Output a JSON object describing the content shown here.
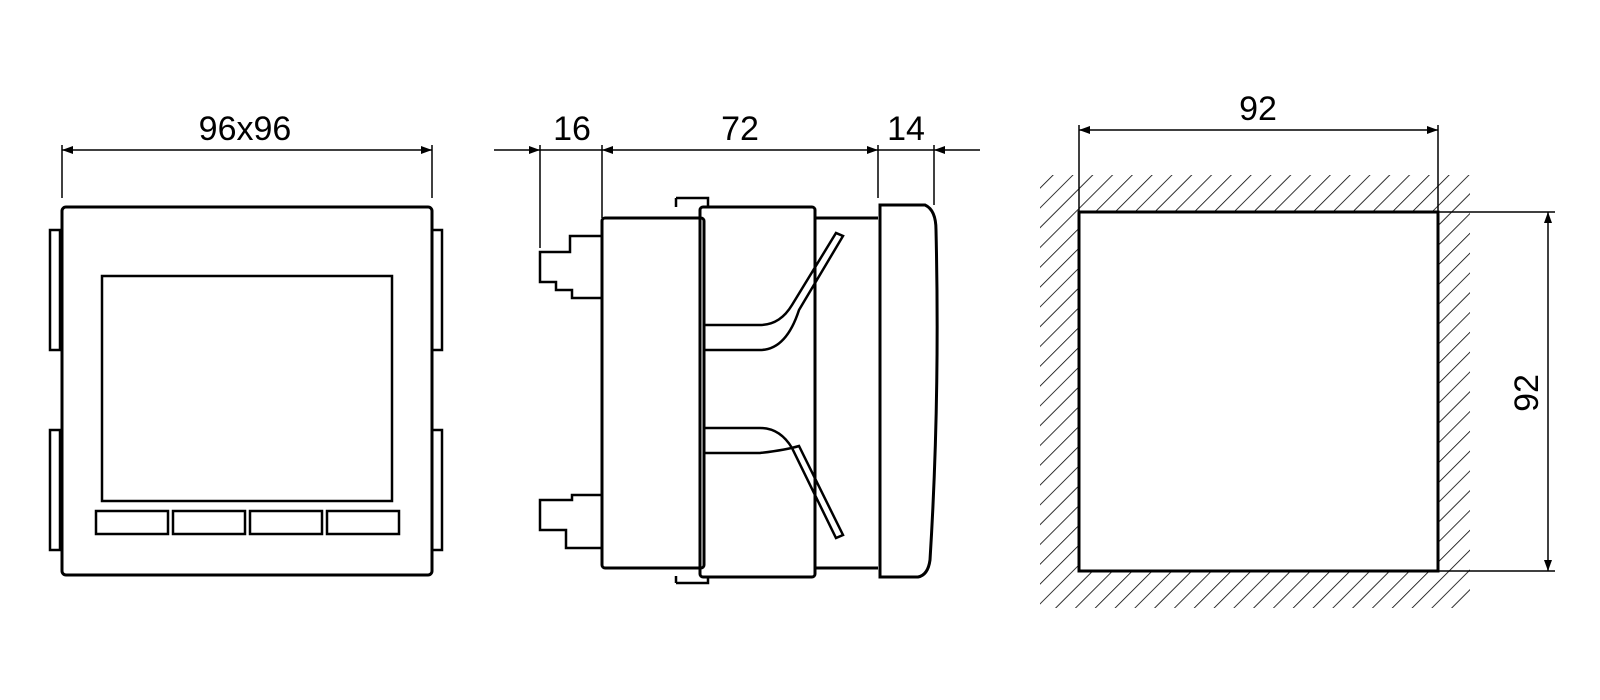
{
  "front_view": {
    "width_label": "96x96"
  },
  "side_view": {
    "terminal_depth_label": "16",
    "body_depth_label": "72",
    "bezel_depth_label": "14"
  },
  "cutout_view": {
    "width_label": "92",
    "height_label": "92"
  },
  "colors": {
    "line": "#000000",
    "background": "#ffffff"
  }
}
